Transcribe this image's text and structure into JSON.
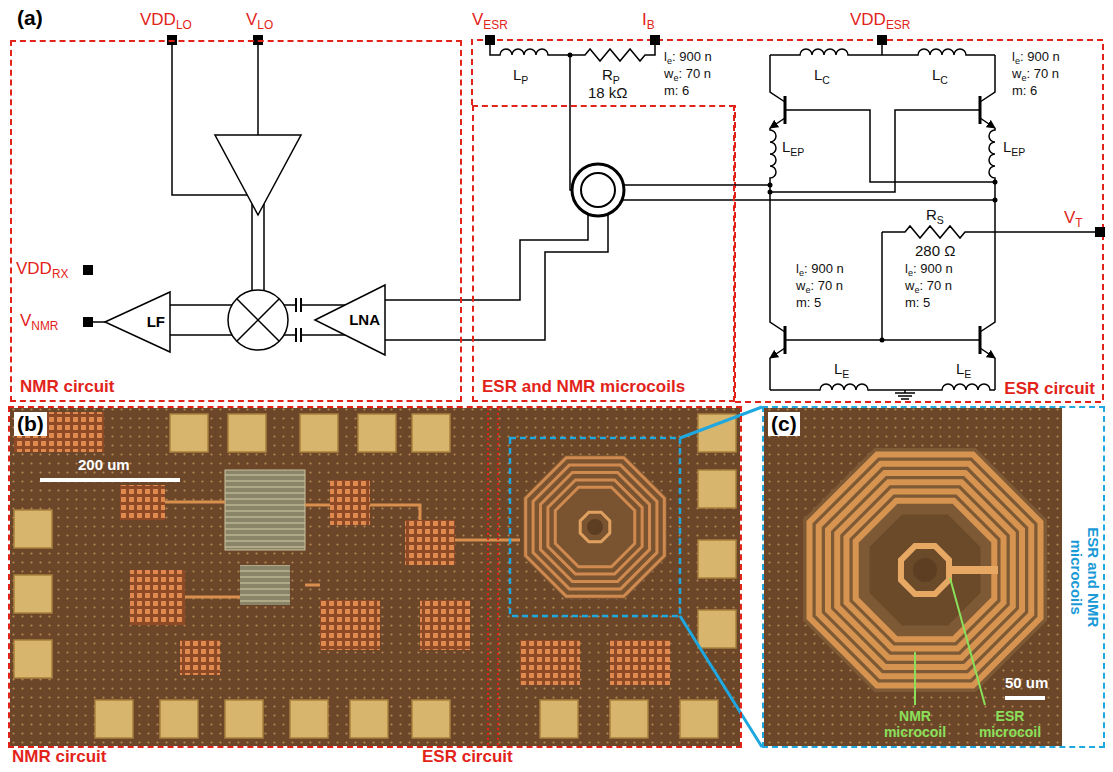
{
  "diagram": {
    "nodes": [
      {
        "text": [
          "NMR circuit"
        ]
      },
      {
        "text": [
          "LF"
        ],
        "in": 0
      },
      {
        "text": [
          "LNA"
        ],
        "in": 0
      },
      {
        "text": [
          "ESR circuit"
        ]
      },
      {
        "text": [
          "ESR and NMR microcoils"
        ]
      },
      {
        "text": [
          "NMR circuit",
          "ESR circuit"
        ]
      },
      {
        "text": [
          "ESR and NMR microcoils"
        ]
      }
    ],
    "edges": [
      {
        "from": 2,
        "to": 4,
        "arrow": "none"
      },
      {
        "from": 2,
        "to": 4,
        "arrow": "none"
      }
    ],
    "labels": [
      "(a)",
      "VDD",
      "LO",
      "V",
      "LO",
      "V",
      "ESR",
      "I",
      "B",
      "VDD",
      "ESR",
      "VDD",
      "RX",
      "V",
      "NMR",
      "L",
      "P",
      "R",
      "P",
      "18 kΩ",
      "L",
      "C",
      "L",
      "C",
      "l",
      "e",
      ": 900 n",
      "w",
      "e",
      ": 70 n",
      "m: 6",
      "l",
      "e",
      ": 900 n",
      "w",
      "e",
      ": 70 n",
      "m: 6",
      "L",
      "EP",
      "L",
      "EP",
      "R",
      "S",
      "280 Ω",
      "V",
      "T",
      "l",
      "e",
      ": 900 n",
      "w",
      "e",
      ": 70 n",
      "m: 5",
      "l",
      "e",
      ": 900 n",
      "w",
      "e",
      ": 70 n",
      "m: 5",
      "L",
      "E",
      "L",
      "E",
      "200 um",
      "50 um",
      "NMR microcoil",
      "ESR microcoil",
      "(b)",
      "(c)"
    ]
  }
}
